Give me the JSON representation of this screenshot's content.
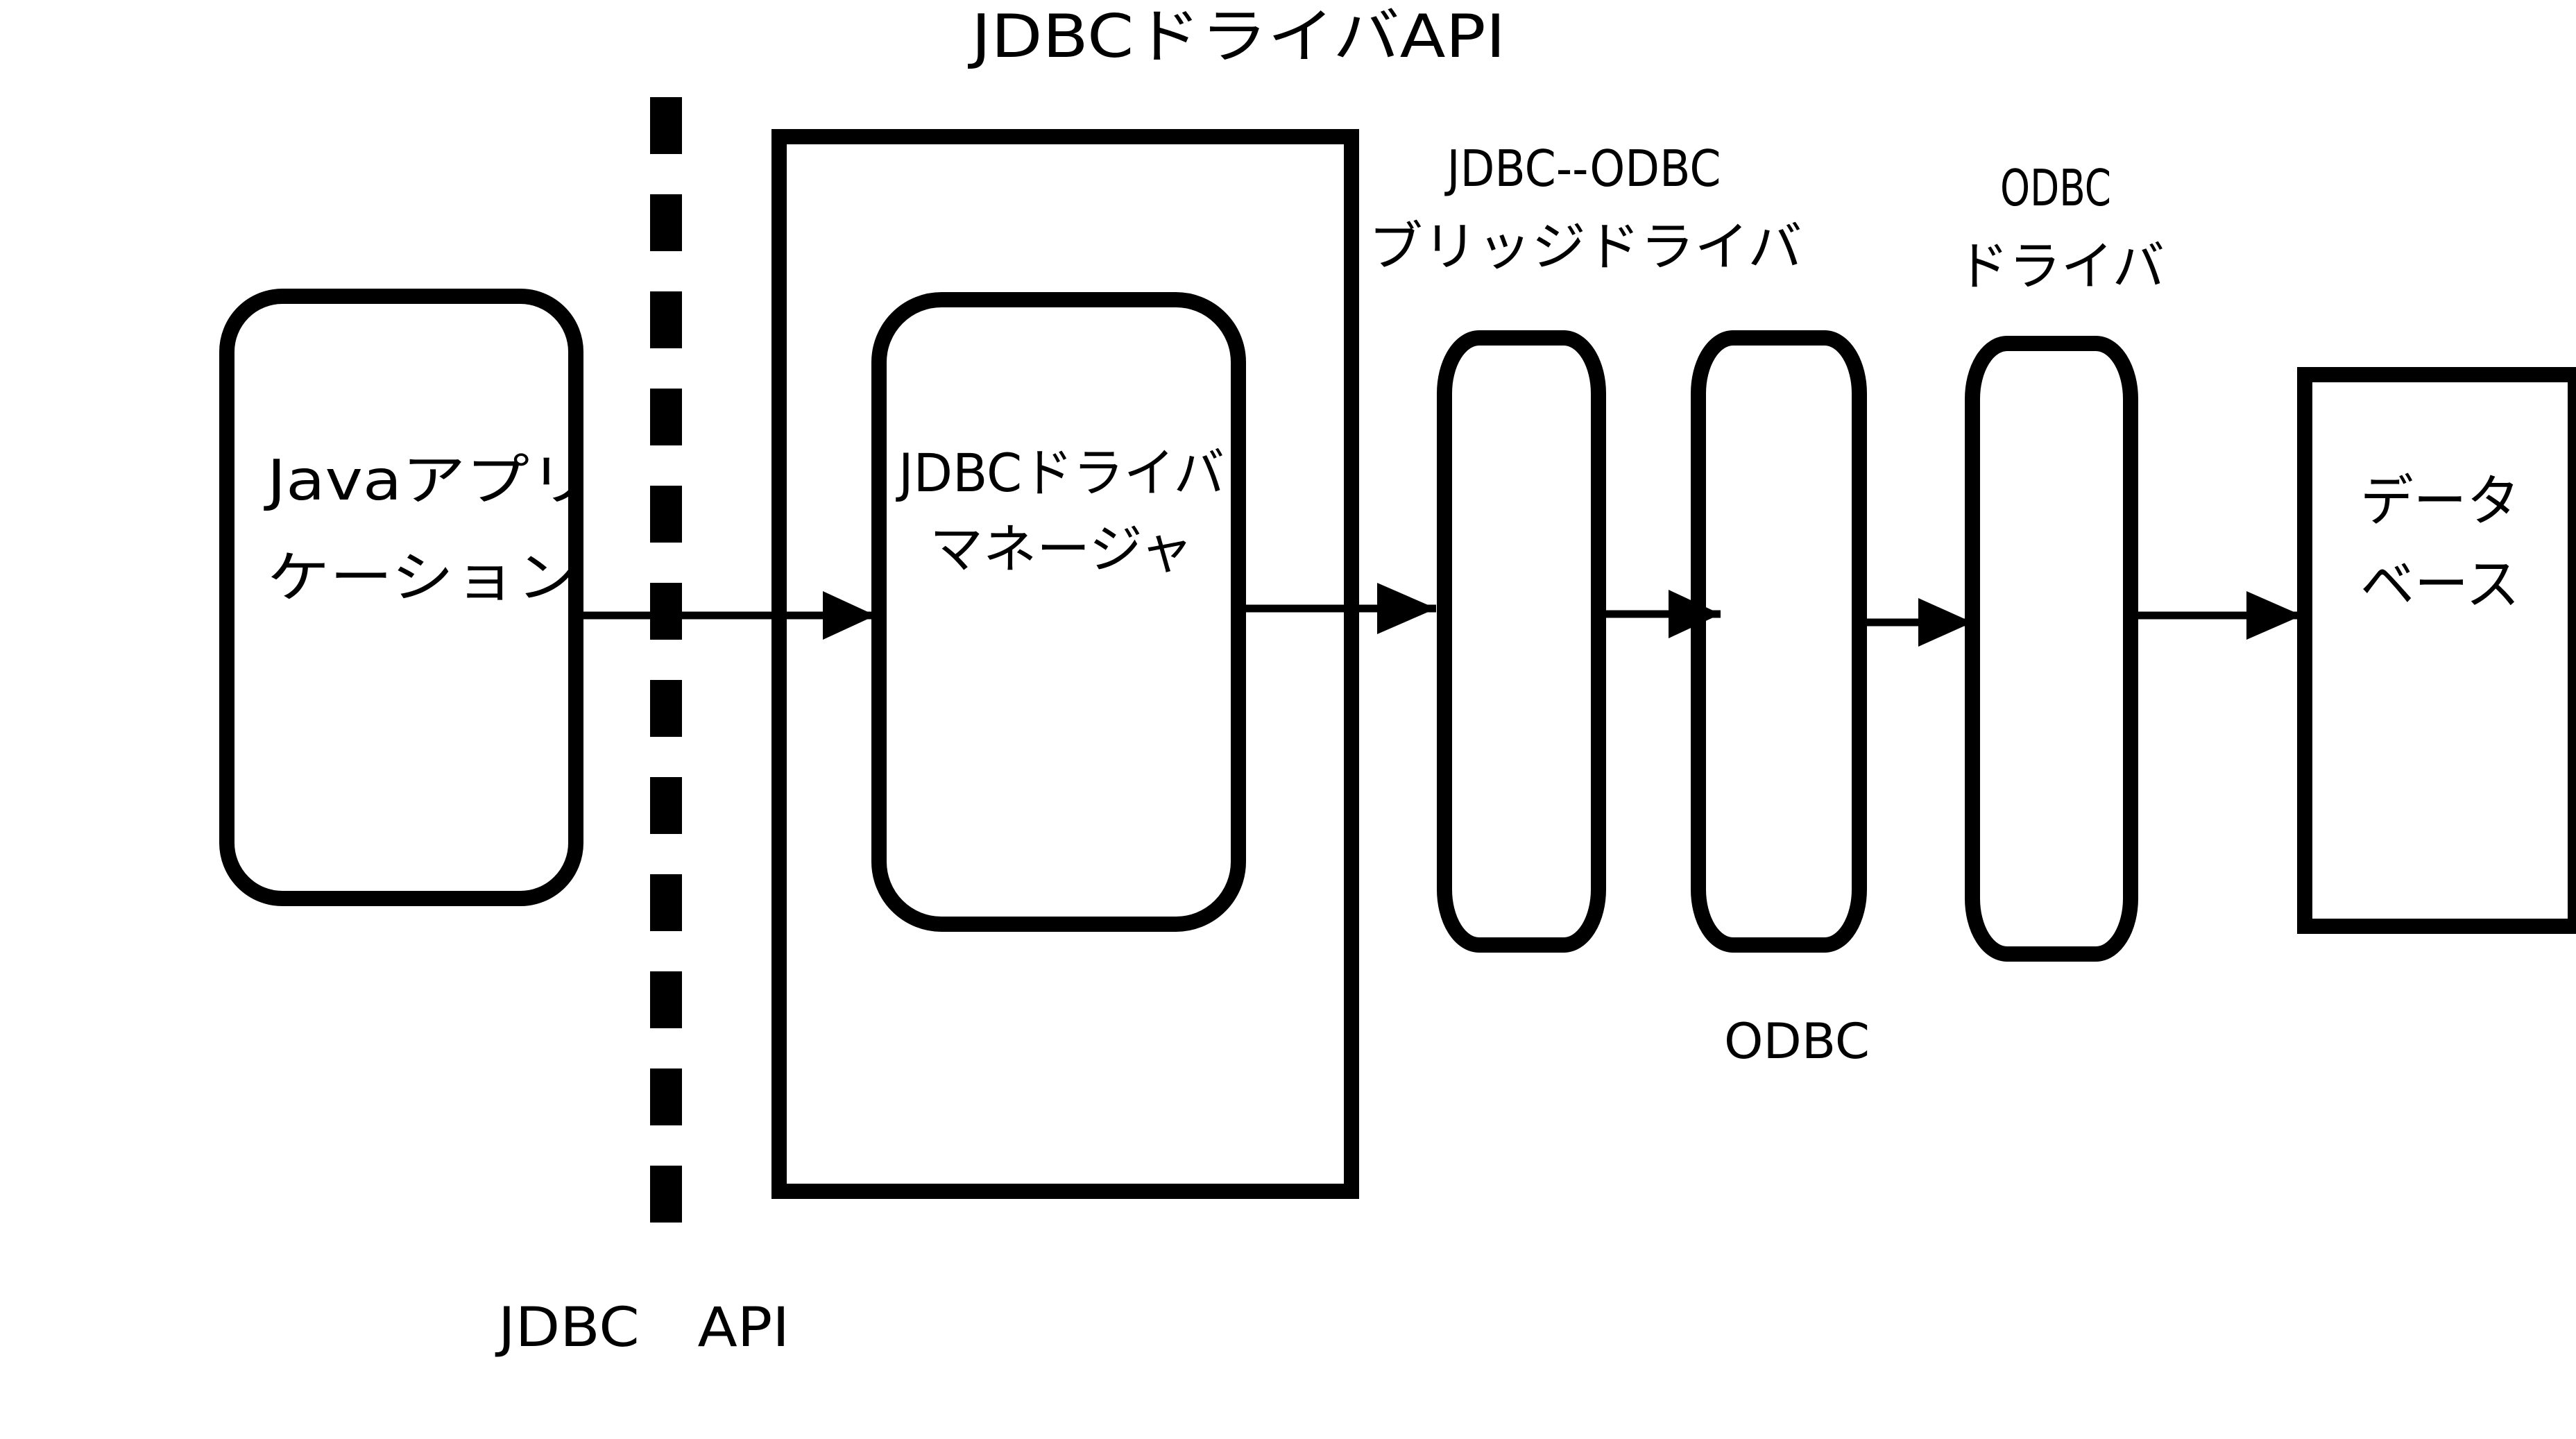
{
  "diagram": {
    "title": "JDBCドライバAPI",
    "java_app": {
      "line1": "Javaアプリ",
      "line2": "ケーション"
    },
    "driver_manager": {
      "line1": "JDBCドライバ",
      "line2": "マネージャ"
    },
    "bridge_label": {
      "line1": "JDBC--ODBC",
      "line2": "ブリッジドライバ"
    },
    "odbc_driver_label": {
      "line1": "ODBC",
      "line2": "ドライバ"
    },
    "odbc_label": "ODBC",
    "database": {
      "line1": "データ",
      "line2": "ベース"
    },
    "jdbc_api_label": "JDBC　API",
    "colors": {
      "stroke": "#000000",
      "background": "#ffffff"
    }
  }
}
